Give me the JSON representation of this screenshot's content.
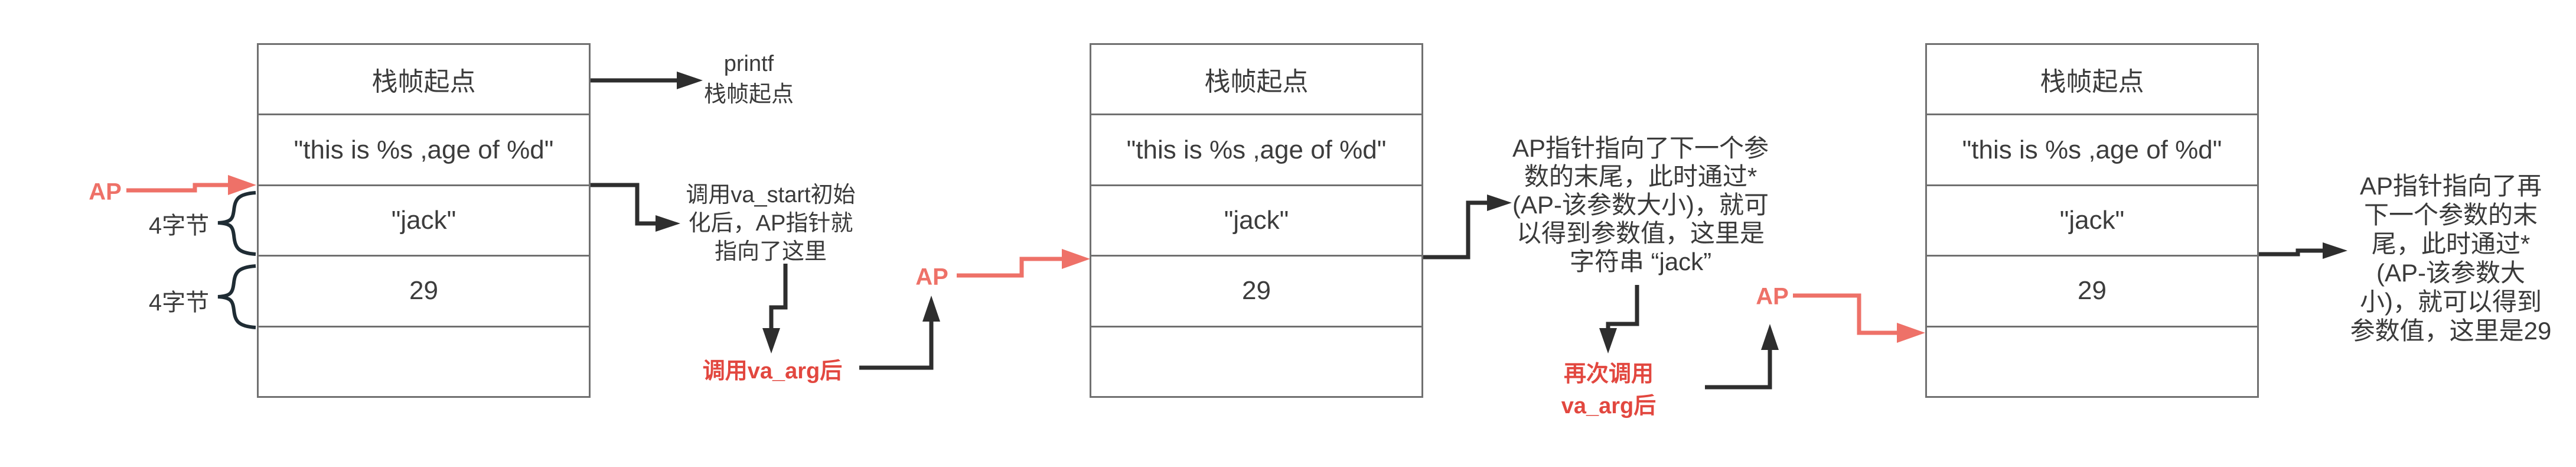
{
  "colors": {
    "background": "#ffffff",
    "table_border": "#707070",
    "cell_text": "#3c3c3c",
    "annotation_text": "#3a3a3a",
    "black_arrow": "#2e2e2e",
    "red_arrow": "#ee7168",
    "red_text": "#e2473f",
    "brace": "#1f2c34"
  },
  "diagram": {
    "stack_tables": [
      {
        "rows": [
          "栈帧起点",
          "\"this is %s ,age of %d\"",
          "\"jack\"",
          "29",
          ""
        ]
      },
      {
        "rows": [
          "栈帧起点",
          "\"this is %s ,age of %d\"",
          "\"jack\"",
          "29",
          ""
        ]
      },
      {
        "rows": [
          "栈帧起点",
          "\"this is %s ,age of %d\"",
          "\"jack\"",
          "29",
          ""
        ]
      }
    ],
    "ap_labels": [
      "AP",
      "AP",
      "AP"
    ],
    "size_labels": [
      "4字节",
      "4字节"
    ],
    "annotations": {
      "printf": [
        "printf",
        "栈帧起点"
      ],
      "va_start": [
        "调用va_start初始",
        "化后，AP指针就",
        "指向了这里"
      ],
      "va_arg_first": [
        "调用va_arg后"
      ],
      "after_first_arg": [
        "AP指针指向了下一个参",
        "数的末尾，此时通过*",
        "(AP-该参数大小)，就可",
        "以得到参数值，这里是",
        "字符串 “jack”"
      ],
      "va_arg_second": [
        "再次调用",
        "va_arg后"
      ],
      "after_second_arg": [
        "AP指针指向了再",
        "下一个参数的末",
        "尾，此时通过*",
        "(AP-该参数大",
        "小)，就可以得到",
        "参数值，这里是29"
      ]
    }
  }
}
